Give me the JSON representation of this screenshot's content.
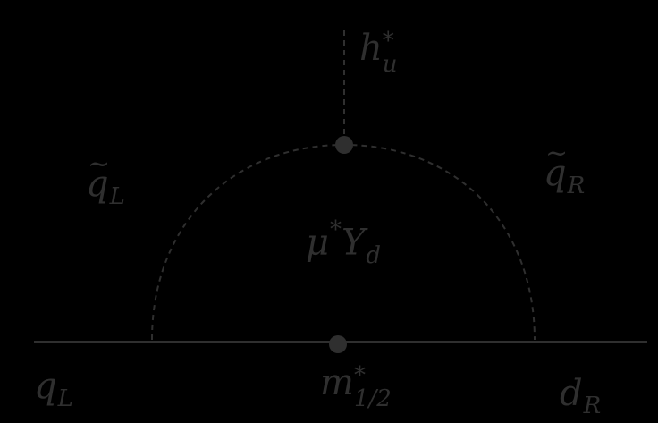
{
  "labels": {
    "higgs": {
      "base": "h",
      "sub": "u",
      "sup": "*"
    },
    "squark_left": {
      "tilde": "~",
      "base": "q",
      "sub": "L"
    },
    "squark_right": {
      "tilde": "~",
      "base": "q",
      "sub": "R"
    },
    "vertex_coupling": {
      "pre": "μ",
      "sup": "*",
      "mid": "Y",
      "sub": "d"
    },
    "quark_left": {
      "base": "q",
      "sub": "L"
    },
    "mass_insertion": {
      "base": "m",
      "sup": "*",
      "sub": "1/2"
    },
    "quark_right": {
      "base": "d",
      "sub": "R"
    }
  },
  "colors": {
    "background": "#000000",
    "line": "#2f2f2f",
    "vertex": "#2f2f2f"
  }
}
